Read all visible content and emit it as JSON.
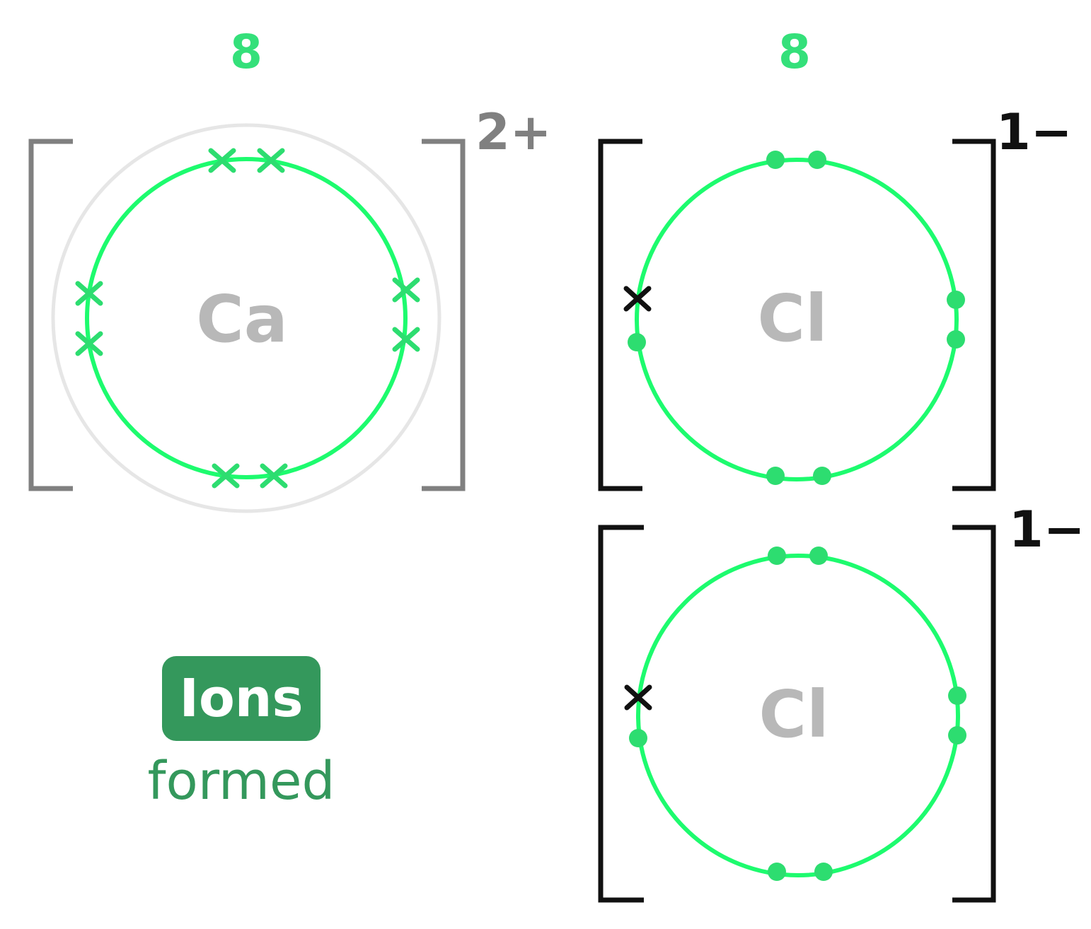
{
  "colors": {
    "shell": "#1dfb6e",
    "electron": "#2ddd70",
    "count": "#34e07a",
    "symbol": "#b8b8b8",
    "ghost_shell": "#e6e6e6",
    "bracket_ca": "#808080",
    "bracket_cl": "#111111",
    "badge_bg": "#34985c",
    "badge_text": "#ffffff",
    "caption": "#34985c"
  },
  "ions": {
    "calcium": {
      "symbol": "Ca",
      "outer_electrons": "8",
      "charge": "2+",
      "electron_marker": "cross"
    },
    "chloride_1": {
      "symbol": "Cl",
      "outer_electrons": "8",
      "charge": "1−",
      "electron_marker": "dot",
      "gained_electron_marker": "cross"
    },
    "chloride_2": {
      "symbol": "Cl",
      "charge": "1−",
      "electron_marker": "dot",
      "gained_electron_marker": "cross"
    }
  },
  "label": {
    "badge": "Ions",
    "caption": "formed"
  }
}
